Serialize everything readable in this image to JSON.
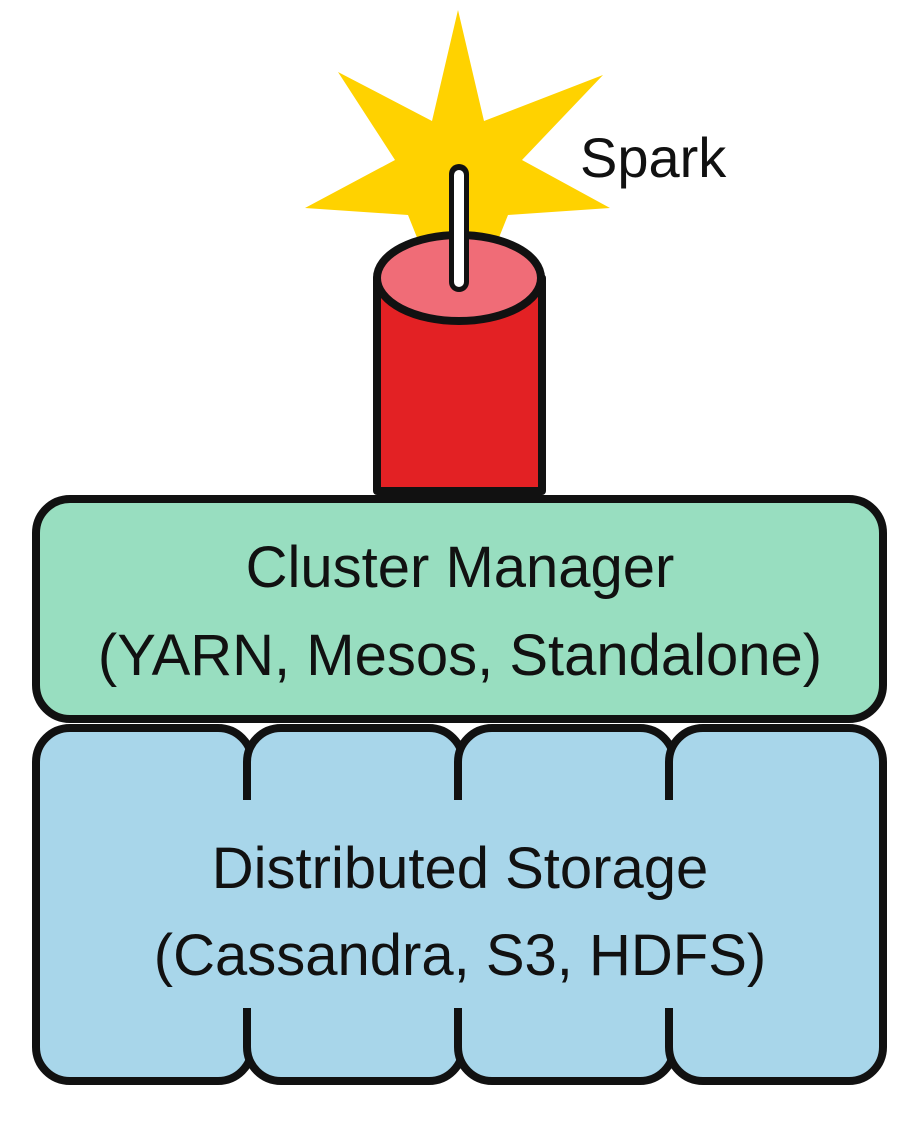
{
  "spark": {
    "label": "Spark"
  },
  "cluster_manager": {
    "title": "Cluster Manager",
    "subtitle": "(YARN, Mesos, Standalone)"
  },
  "storage": {
    "title": "Distributed Storage",
    "subtitle": "(Cassandra, S3, HDFS)"
  },
  "colors": {
    "star": "#FFD200",
    "dynamite_body": "#E32124",
    "dynamite_top": "#F06C77",
    "fuse": "#FFFFFF",
    "cluster_manager_fill": "#98DEC0",
    "storage_fill": "#A8D6EA",
    "outline": "#111111"
  },
  "icons": {
    "spark": "spark-star-icon",
    "dynamite": "dynamite-icon"
  }
}
